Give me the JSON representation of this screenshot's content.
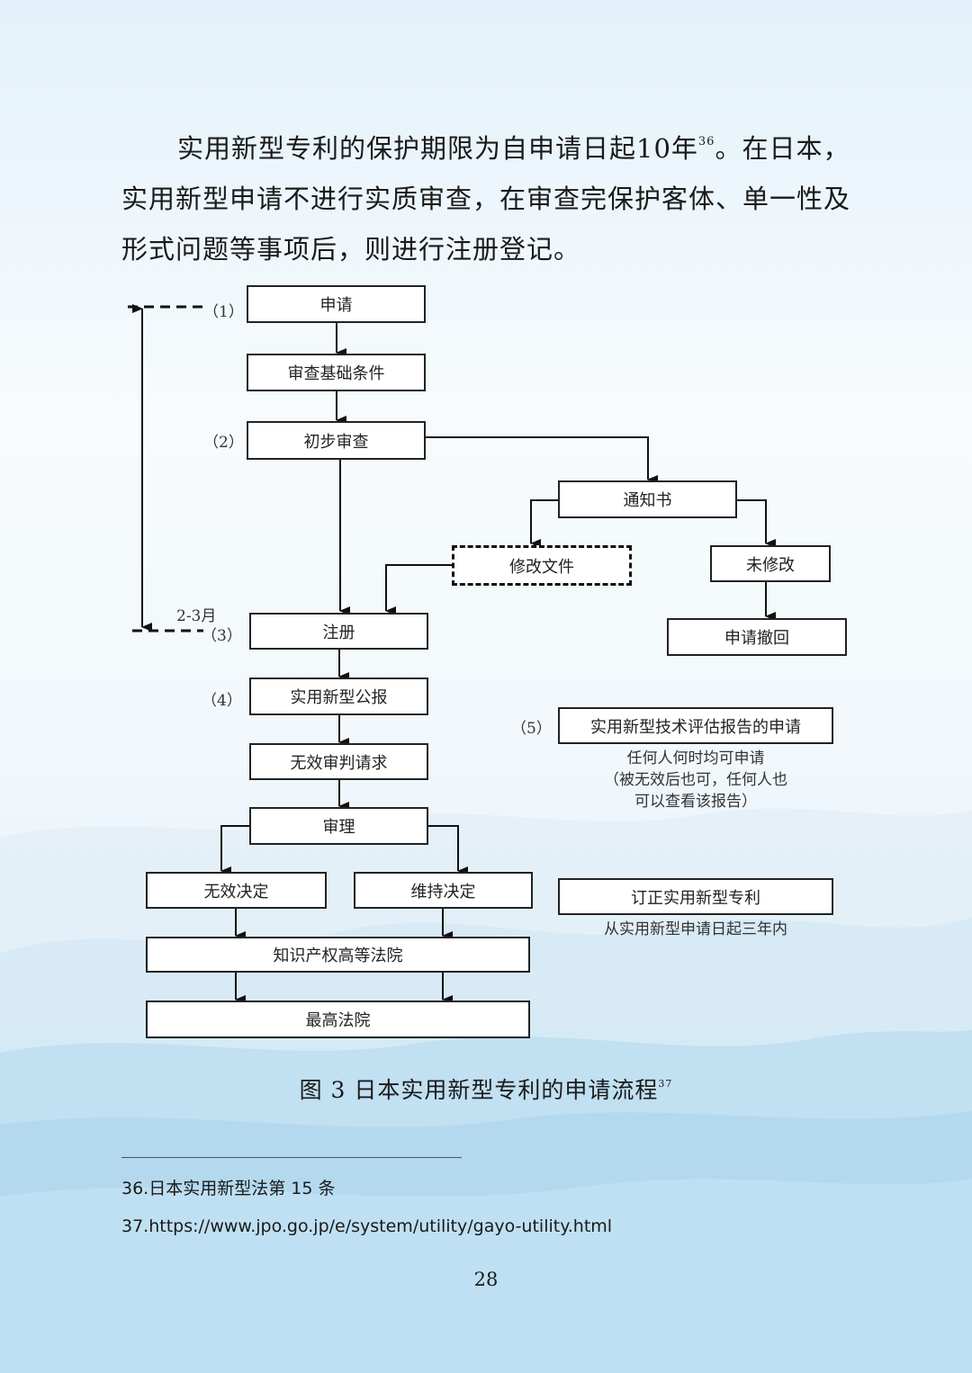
{
  "paragraph": {
    "line1_a": "实用新型专利的保护期限为自申请日起10年",
    "ref1": "36",
    "line1_b": "。在日本，",
    "rest": "实用新型申请不进行实质审查，在审查完保护客体、单一性及形式问题等事项后，则进行注册登记。"
  },
  "flowchart": {
    "boxes": {
      "apply": "申请",
      "basic": "审查基础条件",
      "prelim": "初步审查",
      "notice": "通知书",
      "amend": "修改文件",
      "no_amend": "未修改",
      "withdraw": "申请撤回",
      "register": "注册",
      "gazette": "实用新型公报",
      "invalid_req": "无效审判请求",
      "trial": "审理",
      "invalid_dec": "无效决定",
      "maintain_dec": "维持决定",
      "ip_court": "知识产权高等法院",
      "supreme": "最高法院",
      "tech_report": "实用新型技术评估报告的申请",
      "correction": "订正实用新型专利"
    },
    "labels": {
      "s1": "（1）",
      "s2": "（2）",
      "s3": "（3）",
      "s4": "（4）",
      "s5": "（5）",
      "period": "2-3月"
    },
    "notes": {
      "report_l1": "任何人何时均可申请",
      "report_l2": "（被无效后也可，任何人也",
      "report_l3": "可以查看该报告）",
      "correction_note": "从实用新型申请日起三年内"
    }
  },
  "caption": {
    "text": "图 3 日本实用新型专利的申请流程",
    "ref": "37"
  },
  "footnotes": {
    "fn36": "36.日本实用新型法第 15 条",
    "fn37": "37.https://www.jpo.go.jp/e/system/utility/gayo-utility.html"
  },
  "page_number": "28"
}
